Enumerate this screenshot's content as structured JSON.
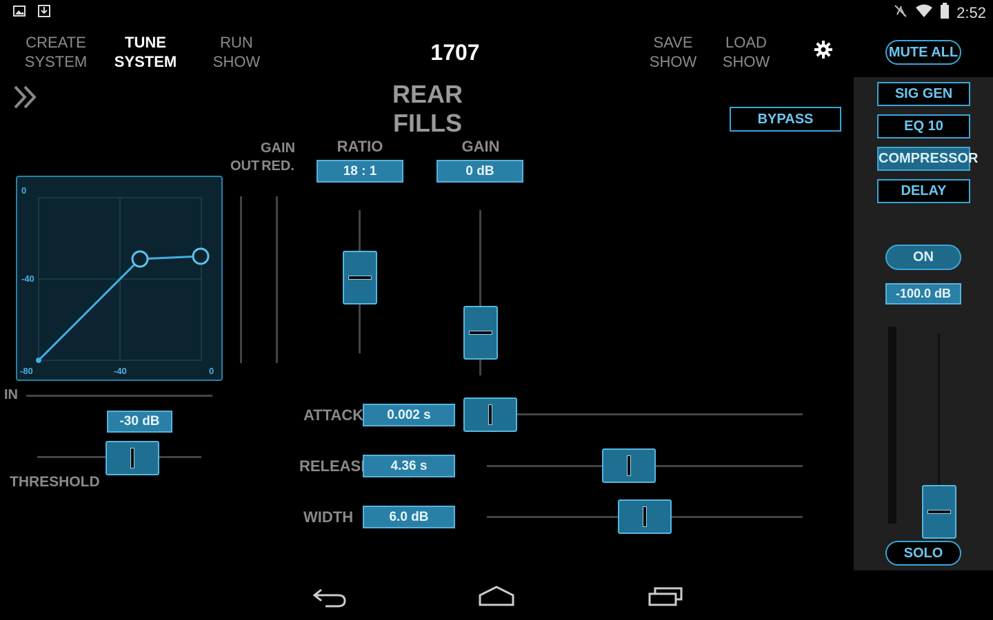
{
  "status_bar": {
    "time": "2:52",
    "left_icons": [
      "image-icon",
      "download-icon"
    ],
    "right_icons": [
      "mute-icon",
      "wifi-icon",
      "battery-icon"
    ]
  },
  "nav": {
    "create": [
      "CREATE",
      "SYSTEM"
    ],
    "tune": [
      "TUNE",
      "SYSTEM"
    ],
    "run": [
      "RUN",
      "SHOW"
    ],
    "save": [
      "SAVE",
      "SHOW"
    ],
    "load": [
      "LOAD",
      "SHOW"
    ],
    "show_id": "1707"
  },
  "header": {
    "title": "REAR FILLS",
    "bypass": "BYPASS",
    "mute_all": "MUTE ALL"
  },
  "graph": {
    "y_labels": [
      "0",
      "-40",
      "-80"
    ],
    "x_labels": [
      "-80",
      "-40",
      "0"
    ],
    "in_label": "IN"
  },
  "meters": {
    "out": "OUT",
    "gain_red": [
      "GAIN",
      "RED."
    ]
  },
  "ratio": {
    "label": "RATIO",
    "value": "18 : 1",
    "level": 0.55
  },
  "gain": {
    "label": "GAIN",
    "value": "0 dB",
    "level": 0.17
  },
  "threshold": {
    "label": "THRESHOLD",
    "value": "-30 dB",
    "level": 0.62
  },
  "attack": {
    "label": "ATTACK",
    "value": "0.002 s",
    "level": 0.0
  },
  "release": {
    "label": "RELEASE",
    "value": "4.36 s",
    "level": 0.44
  },
  "width": {
    "label": "WIDTH",
    "value": "6.0 dB",
    "level": 0.5
  },
  "right_panel": {
    "modules": [
      "SIG GEN",
      "EQ 10",
      "COMPRESSOR",
      "DELAY"
    ],
    "active_module": "COMPRESSOR",
    "on": "ON",
    "level_value": "-100.0 dB",
    "solo": "SOLO"
  },
  "system_nav": [
    "back-icon",
    "home-icon",
    "recents-icon"
  ],
  "colors": {
    "accent": "#3aa6d8",
    "fill": "#1f6a8a",
    "background": "#000000"
  }
}
